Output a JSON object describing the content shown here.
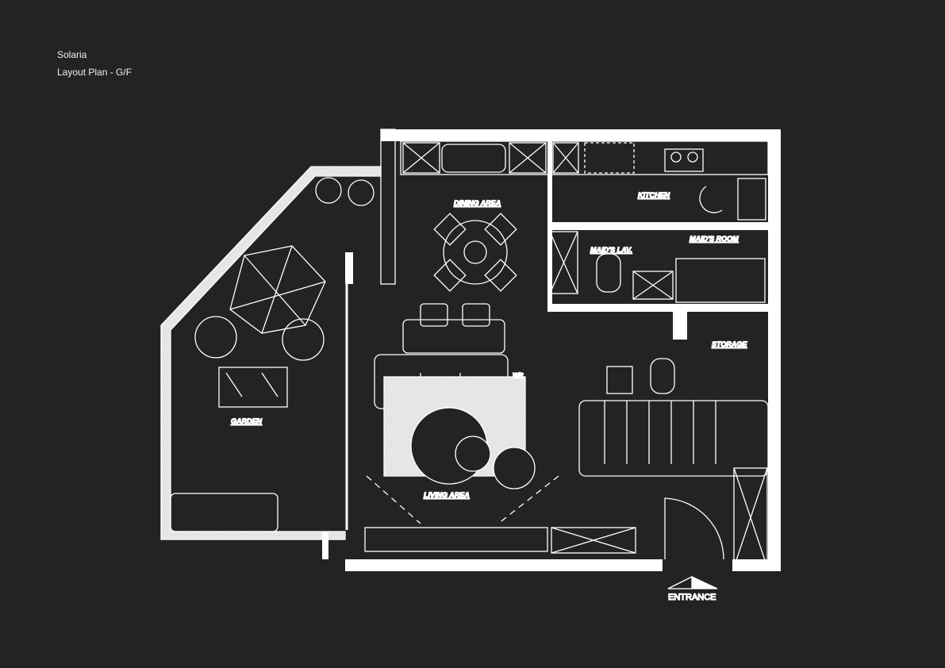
{
  "header": {
    "project": "Solaria",
    "subtitle": "Layout Plan - G/F"
  },
  "rooms": {
    "dining": "DINING AREA",
    "kitchen": "KITCHEN",
    "maids_room": "MAID'S ROOM",
    "maids_lav": "MAID'S LAV.",
    "storage": "STORAGE",
    "garden": "GARDEN",
    "living": "LIVING AREA",
    "wir": "W/R"
  },
  "entrance": "ENTRANCE",
  "colors": {
    "background": "#222323",
    "lines": "#ffffff"
  }
}
